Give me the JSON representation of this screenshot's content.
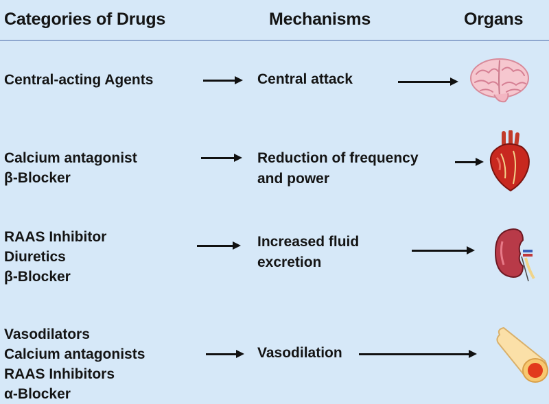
{
  "header": {
    "col_drugs": "Categories of Drugs",
    "col_mechanisms": "Mechanisms",
    "col_organs": "Organs"
  },
  "rows": [
    {
      "drugs": [
        "Central-acting Agents"
      ],
      "mechanism": [
        "Central attack"
      ],
      "organ_icon": "brain-icon"
    },
    {
      "drugs": [
        "Calcium antagonist",
        "β-Blocker"
      ],
      "mechanism": [
        "Reduction of frequency",
        "and power"
      ],
      "organ_icon": "heart-icon"
    },
    {
      "drugs": [
        "RAAS Inhibitor",
        "Diuretics",
        "β-Blocker"
      ],
      "mechanism": [
        "Increased fluid",
        "excretion"
      ],
      "organ_icon": "kidney-icon"
    },
    {
      "drugs": [
        "Vasodilators",
        "Calcium antagonists",
        "RAAS Inhibitors",
        "α-Blocker"
      ],
      "mechanism": [
        "Vasodilation"
      ],
      "organ_icon": "blood-vessel-icon"
    }
  ],
  "colors": {
    "background": "#d6e8f8",
    "header_rule": "#8ea7cf",
    "text": "#141414"
  }
}
